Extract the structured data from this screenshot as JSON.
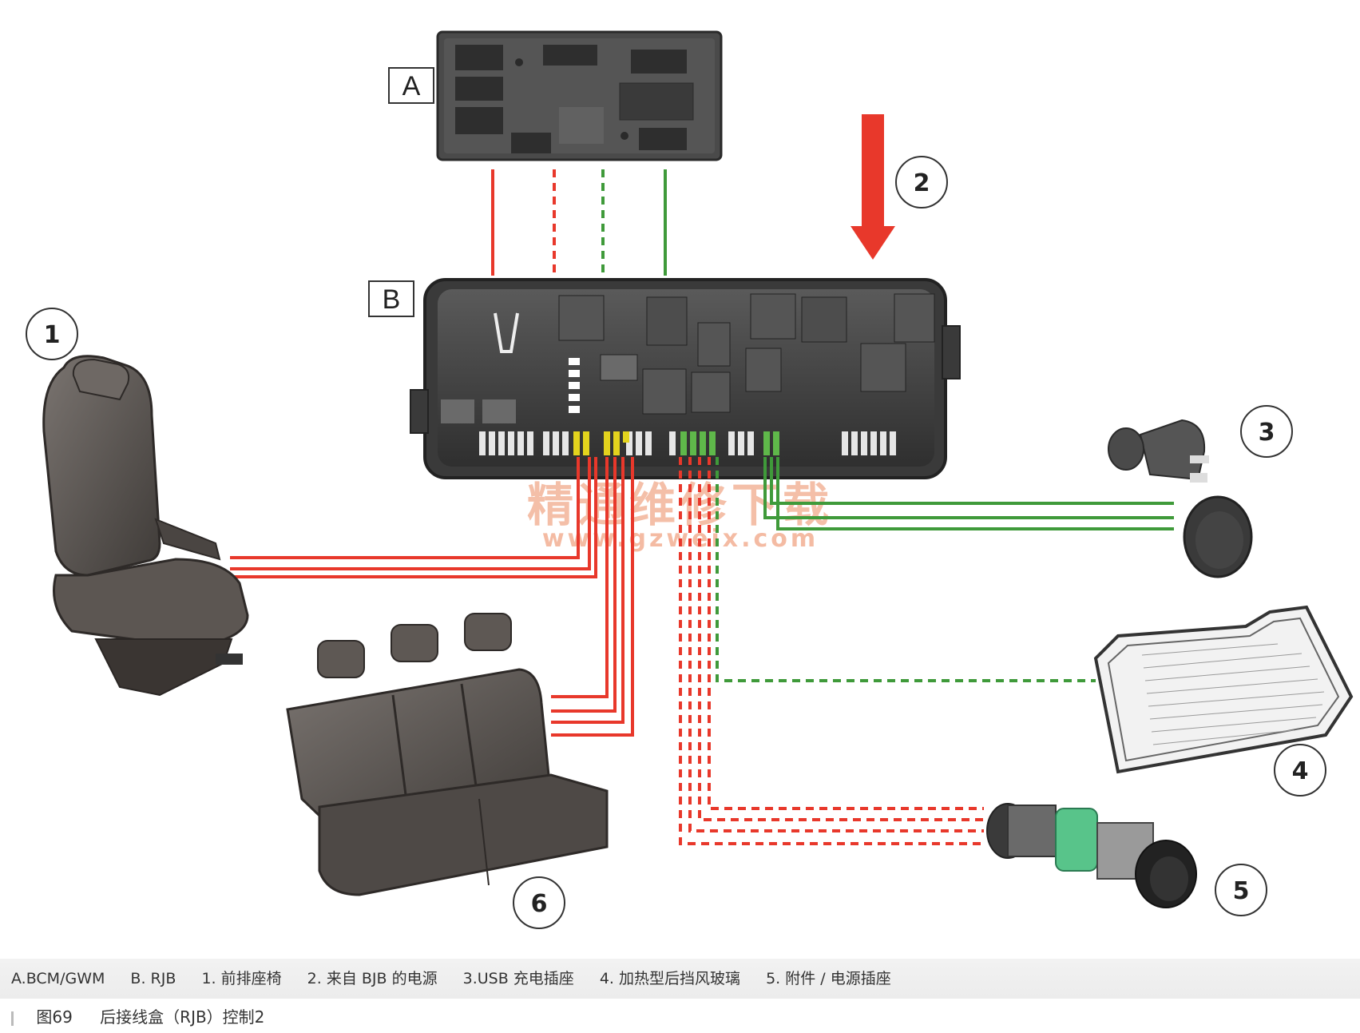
{
  "labels": {
    "box_a": "A",
    "box_b": "B",
    "n1": "1",
    "n2": "2",
    "n3": "3",
    "n4": "4",
    "n5": "5",
    "n6": "6"
  },
  "watermark": {
    "chinese": "精通维修下载",
    "url": "www.gzweix.com"
  },
  "legend": {
    "a": "A.BCM/GWM",
    "b": "B. RJB",
    "item1": "1. 前排座椅",
    "item2": "2. 来自 BJB 的电源",
    "item3": "3.USB 充电插座",
    "item4": "4. 加热型后挡风玻璃",
    "item5": "5. 附件 / 电源插座"
  },
  "caption": {
    "figure": "图69",
    "title": "后接线盒（RJB）控制2"
  },
  "colors": {
    "red_wire": "#e8382b",
    "green_wire": "#3f9a3a",
    "arrow": "#e8382b",
    "module": "#3b3b3b"
  }
}
